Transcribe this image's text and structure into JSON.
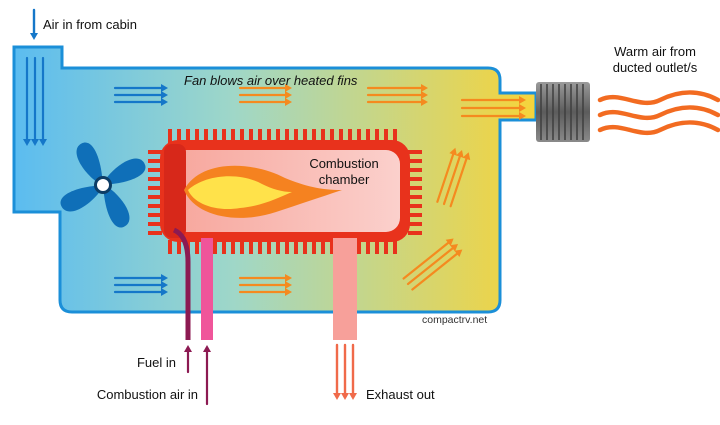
{
  "labels": {
    "air_in": "Air in from cabin",
    "fan_note": "Fan blows air over heated fins",
    "warm_air": [
      "Warm air from",
      "ducted outlet/s"
    ],
    "combustion_chamber": [
      "Combustion",
      "chamber"
    ],
    "fuel_in": "Fuel in",
    "combustion_air_in": "Combustion air in",
    "exhaust_out": "Exhaust out",
    "credit": "compactrv.net"
  },
  "colors": {
    "housing_left": "#5bbcf0",
    "housing_right": "#f6d43a",
    "housing_stroke": "#1b8fd8",
    "fins": "#e8321c",
    "chamber": "#fbd0cc",
    "flame_outer": "#f58220",
    "flame_inner": "#ffe24a",
    "cold_arrow": "#1577c9",
    "warm_arrow": "#f58a1f",
    "fuel_pipe": "#8c1a52",
    "air_pipe": "#f0559a",
    "exhaust_pipe": "#f7a09a",
    "exhaust_arrow": "#f06a4a",
    "warm_waves": "#f26b21",
    "outlet_grille": "#6e6e6e"
  },
  "icons": [
    "fan-icon",
    "flame-icon",
    "heat-wave-icon"
  ]
}
